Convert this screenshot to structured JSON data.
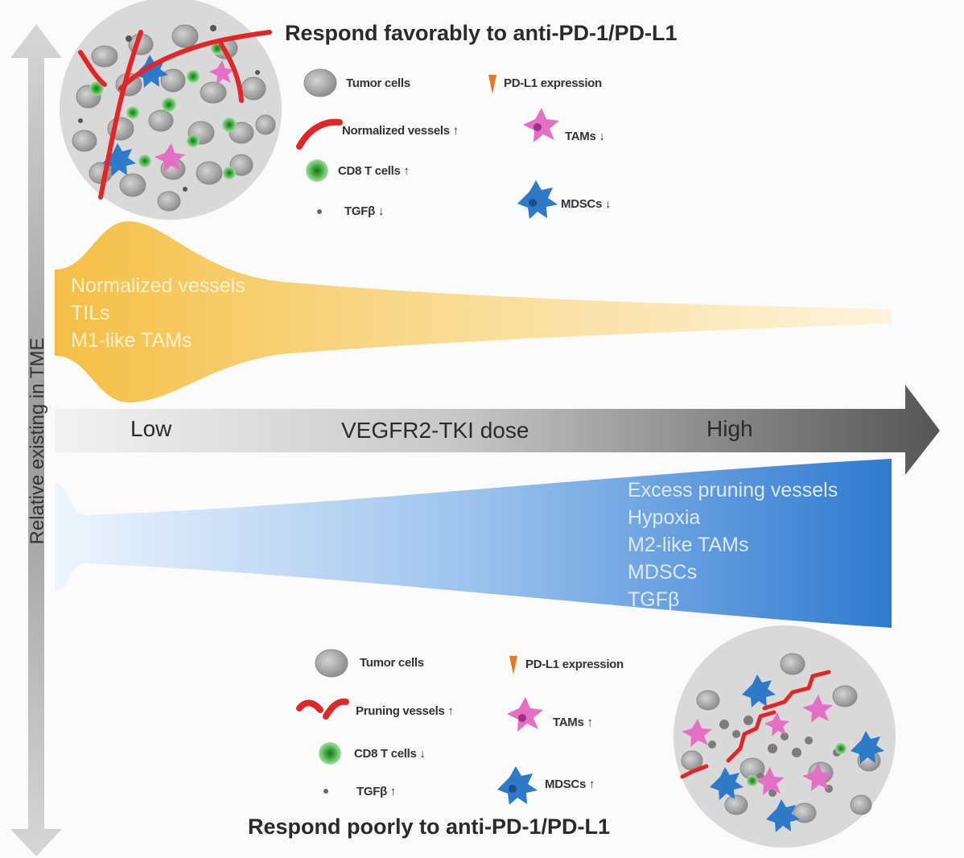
{
  "top_title": "Respond favorably to anti-PD-1/PD-L1",
  "bottom_title": "Respond poorly to anti-PD-1/PD-L1",
  "y_axis_label": "Relative existing in TME",
  "x_axis": {
    "low": "Low",
    "center": "VEGFR2-TKI dose",
    "high": "High"
  },
  "top_legend": {
    "tumor_cells": "Tumor cells",
    "pdl1": "PD-L1 expression",
    "vessels": "Normalized vessels ↑",
    "tams": "TAMs ↓",
    "cd8": "CD8 T cells ↑",
    "tgfb": "TGFβ ↓",
    "mdscs": "MDSCs ↓"
  },
  "bottom_legend": {
    "tumor_cells": "Tumor cells",
    "pdl1": "PD-L1 expression",
    "vessels": "Pruning vessels ↑",
    "tams": "TAMs ↑",
    "cd8": "CD8 T cells ↓",
    "tgfb": "TGFβ ↑",
    "mdscs": "MDSCs ↑"
  },
  "yellow_fan_text": "Normalized vessels\nTILs\nM1-like TAMs",
  "blue_fan_text": "Excess pruning vessels\nHypoxia\nM2-like TAMs\nMDSCs\nTGFβ",
  "colors": {
    "yellow_fan": "#f6c24a",
    "blue_fan": "#3b82d4",
    "vessel_red": "#e02626",
    "cd8_green": "#3fae3f",
    "tam_pink": "#e46fc3",
    "mdsc_blue": "#2f79c9",
    "pdl1_orange": "#e8751f"
  }
}
